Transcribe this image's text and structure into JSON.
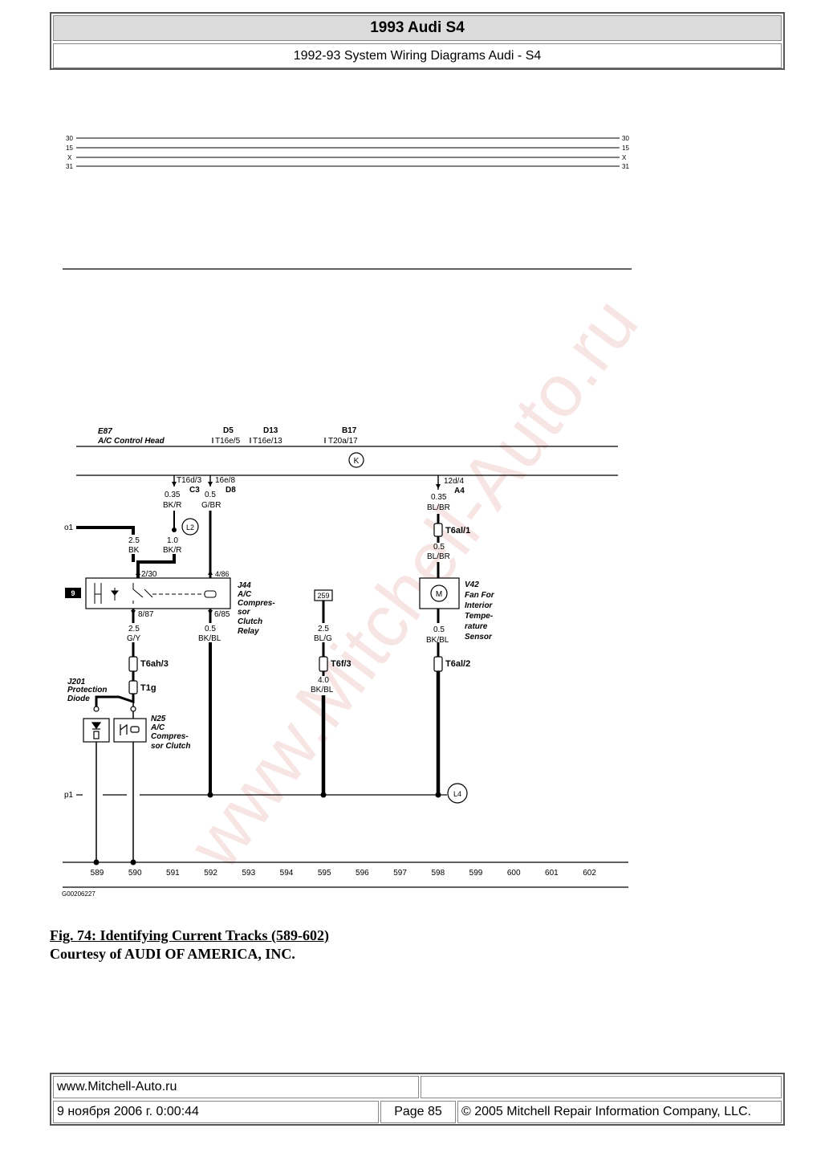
{
  "header": {
    "title": "1993 Audi S4",
    "subtitle": "1992-93 System Wiring Diagrams Audi - S4"
  },
  "watermark": "www.Mitchell-Auto.ru",
  "top_bus": {
    "left_labels": [
      "30",
      "15",
      "X",
      "31"
    ],
    "right_labels": [
      "30",
      "15",
      "X",
      "31"
    ]
  },
  "diagram": {
    "e87_id": "E87",
    "e87_name": "A/C Control Head",
    "d5": "D5",
    "t16e5": "T16e/5",
    "d13": "D13",
    "t16e13": "T16e/13",
    "b17": "B17",
    "t20a17": "T20a/17",
    "k_circle": "K",
    "t16d3": "T16d/3",
    "c3": "C3",
    "w_035": "0.35",
    "w_bkr": "BK/R",
    "t16e8": "16e/8",
    "d8": "D8",
    "w_05": "0.5",
    "w_gbr": "G/BR",
    "l2": "L2",
    "w_10": "1.0",
    "w_bkr2": "BK/R",
    "o1": "o1",
    "w_25": "2.5",
    "w_bk": "BK",
    "t230": "2/30",
    "t486": "4/86",
    "relay_box": "9",
    "t887": "8/87",
    "t685": "6/85",
    "j44_id": "J44",
    "j44_l1": "A/C",
    "j44_l2": "Compres-",
    "j44_l3": "sor",
    "j44_l4": "Clutch",
    "j44_l5": "Relay",
    "w_25b": "2.5",
    "w_gy": "G/Y",
    "w_05b": "0.5",
    "w_bkbl": "BK/BL",
    "t6ah3": "T6ah/3",
    "t1g": "T1g",
    "j201_id": "J201",
    "j201_l1": "Protection",
    "j201_l2": "Diode",
    "n25_id": "N25",
    "n25_l1": "A/C",
    "n25_l2": "Compres-",
    "n25_l3": "sor Clutch",
    "box259": "259",
    "w_25c": "2.5",
    "w_blg": "BL/G",
    "t6f3": "T6f/3",
    "w_40": "4.0",
    "w_bkbl2": "BK/BL",
    "t12d4": "12d/4",
    "a4": "A4",
    "w_035b": "0.35",
    "w_blbr": "BL/BR",
    "t6al1": "T6al/1",
    "w_05c": "0.5",
    "w_blbr2": "BL/BR",
    "motor": "M",
    "v42_id": "V42",
    "v42_l1": "Fan For",
    "v42_l2": "Interior",
    "v42_l3": "Tempe-",
    "v42_l4": "rature",
    "v42_l5": "Sensor",
    "w_05d": "0.5",
    "w_bkbl3": "BK/BL",
    "t6al2": "T6al/2",
    "p1": "p1",
    "l4": "L4",
    "tracks": [
      "589",
      "590",
      "591",
      "592",
      "593",
      "594",
      "595",
      "596",
      "597",
      "598",
      "599",
      "600",
      "601",
      "602"
    ],
    "code": "G00206227"
  },
  "caption": {
    "figure": "Fig. 74: Identifying Current Tracks (589-602)",
    "courtesy": "Courtesy of AUDI OF AMERICA, INC."
  },
  "footer": {
    "site": "www.Mitchell-Auto.ru",
    "date": "9 ноября 2006 г. 0:00:44",
    "page": "Page 85",
    "copyright": "© 2005 Mitchell Repair Information Company, LLC."
  }
}
